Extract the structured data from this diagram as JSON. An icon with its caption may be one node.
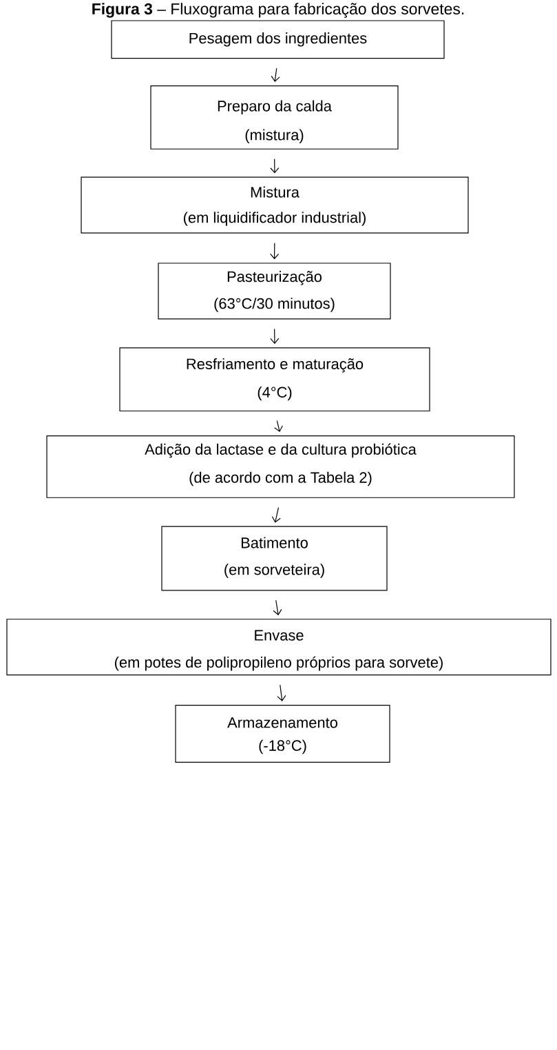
{
  "diagram": {
    "title": "**Figura 3** – Fluxograma para fabricação dos sorvetes.",
    "nodes": [
      {
        "text": [
          "Pesagem dos ingredientes"
        ]
      },
      {
        "text": [
          "Preparo da calda",
          "(mistura)"
        ]
      },
      {
        "text": [
          "Mistura",
          "(em liquidificador industrial)"
        ]
      },
      {
        "text": [
          "Pasteurização",
          "(63°C/30 minutos)"
        ]
      },
      {
        "text": [
          "Resfriamento e maturação",
          "(4°C)"
        ]
      },
      {
        "text": [
          "Adição da lactase e da cultura probiótica",
          "(de acordo com a Tabela 2)"
        ]
      },
      {
        "text": [
          "Batimento",
          "(em sorveteira)"
        ]
      },
      {
        "text": [
          "Envase",
          "(em potes de polipropileno próprios para sorvete)"
        ]
      },
      {
        "text": [
          "Armazenamento",
          "(-18°C)"
        ]
      }
    ],
    "edges": [
      {
        "from": 0,
        "to": 1,
        "arrow": "to"
      },
      {
        "from": 1,
        "to": 2,
        "arrow": "to"
      },
      {
        "from": 2,
        "to": 3,
        "arrow": "to"
      },
      {
        "from": 3,
        "to": 4,
        "arrow": "to"
      },
      {
        "from": 4,
        "to": 5,
        "arrow": "to"
      },
      {
        "from": 5,
        "to": 6,
        "arrow": "to"
      },
      {
        "from": 6,
        "to": 7,
        "arrow": "to"
      },
      {
        "from": 7,
        "to": 8,
        "arrow": "to"
      }
    ]
  }
}
